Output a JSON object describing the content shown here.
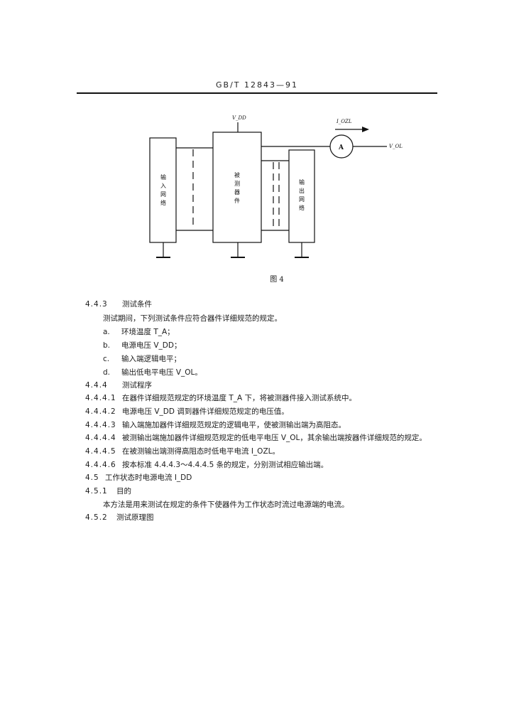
{
  "header": {
    "code": "GB/T 12843—91"
  },
  "figure": {
    "labels": {
      "vdd": "V_DD",
      "iozl": "I_OZL",
      "ammeter": "A",
      "vol": "V_OL",
      "input_network": "输入网络",
      "dut": "被测器件",
      "output_network": "输出网络"
    },
    "caption": "图 4"
  },
  "sections": {
    "s443": {
      "num": "4.4.3",
      "title": "测试条件"
    },
    "s443_intro": "测试期间，下列测试条件应符合器件详细规范的规定。",
    "conditions": [
      {
        "tag": "a.",
        "text": "环境温度 T_A；"
      },
      {
        "tag": "b.",
        "text": "电源电压 V_DD；"
      },
      {
        "tag": "c.",
        "text": "输入端逻辑电平；"
      },
      {
        "tag": "d.",
        "text": "输出低电平电压 V_OL。"
      }
    ],
    "s444": {
      "num": "4.4.4",
      "title": "测试程序"
    },
    "steps": [
      {
        "num": "4.4.4.1",
        "text": "在器件详细规范规定的环境温度 T_A 下，将被测器件接入测试系统中。"
      },
      {
        "num": "4.4.4.2",
        "text": "电源电压 V_DD 调到器件详细规范规定的电压值。"
      },
      {
        "num": "4.4.4.3",
        "text": "输入端施加器件详细规范规定的逻辑电平，使被测输出端为高阻态。"
      },
      {
        "num": "4.4.4.4",
        "text": "被测输出端施加器件详细规范规定的低电平电压 V_OL，其余输出端按器件详细规范的规定。"
      },
      {
        "num": "4.4.4.5",
        "text": "在被测输出端测得高阻态时低电平电流 I_OZL。"
      },
      {
        "num": "4.4.4.6",
        "text": "按本标准 4.4.4.3～4.4.4.5 条的规定，分别测试相应输出端。"
      }
    ],
    "s45": {
      "num": "4.5",
      "title": "工作状态时电源电流 I_DD"
    },
    "s451": {
      "num": "4.5.1",
      "title": "目的"
    },
    "s451_text": "本方法是用来测试在规定的条件下使器件为工作状态时流过电源端的电流。",
    "s452": {
      "num": "4.5.2",
      "title": "测试原理图"
    }
  }
}
